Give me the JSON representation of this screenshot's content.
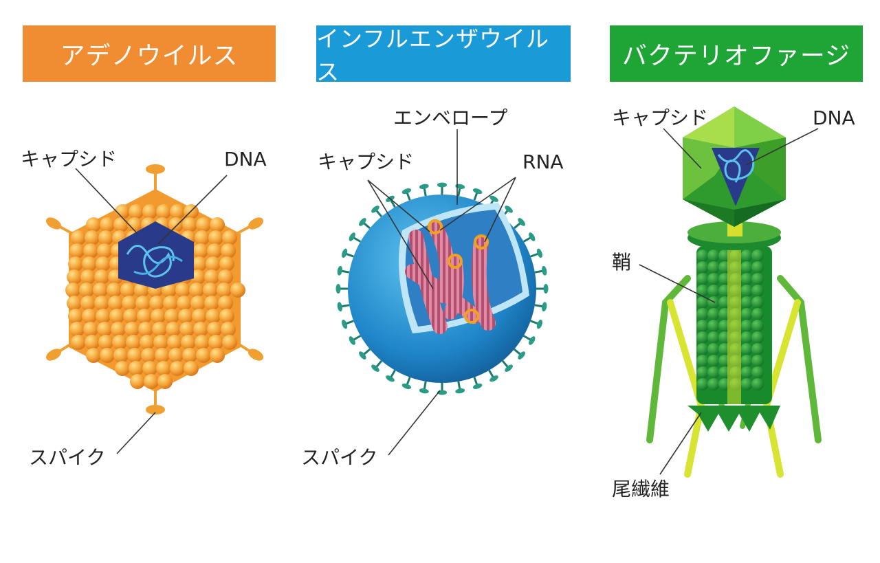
{
  "panels": [
    {
      "title": "アデノウイルス",
      "color": "#f08c32",
      "labels": {
        "capsid": "キャプシド",
        "dna": "DNA",
        "spike": "スパイク"
      }
    },
    {
      "title": "インフルエンザウイルス",
      "color": "#1a9ad6",
      "labels": {
        "envelope": "エンベロープ",
        "capsid": "キャプシド",
        "rna": "RNA",
        "spike": "スパイク"
      }
    },
    {
      "title": "バクテリオファージ",
      "color": "#1ea536",
      "labels": {
        "capsid": "キャプシド",
        "dna": "DNA",
        "sheath": "鞘",
        "tail_fiber": "尾繊維"
      }
    }
  ]
}
